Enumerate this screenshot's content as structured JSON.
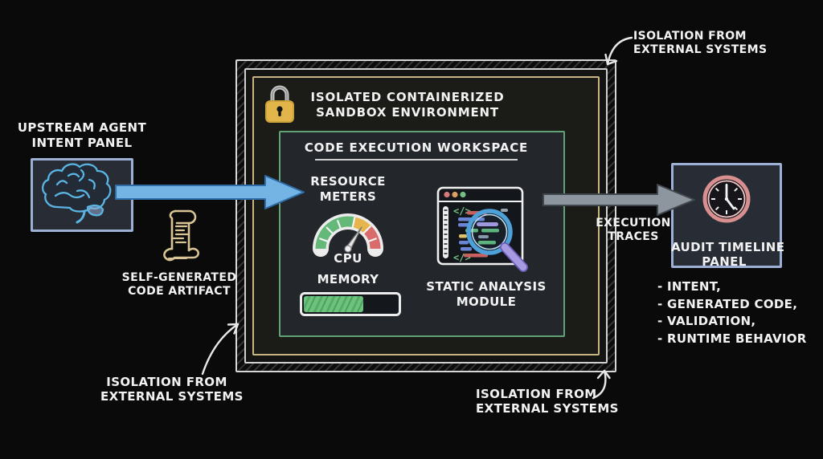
{
  "colors": {
    "background": "#0a0a0a",
    "accent_blue_arrow": "#74b4e4",
    "gray_arrow": "#8d969e",
    "sandbox_tan_border": "#c9b583",
    "workspace_green_border": "#5fa377",
    "panel_blue_border": "#9dafd4",
    "lock_gold": "#e2b54b",
    "gauge_green": "#64b878",
    "gauge_yellow": "#e8b44e",
    "gauge_red": "#d96b6b",
    "memory_green": "#6cc47c",
    "clock_red": "#d88f8f",
    "magnifier_blue": "#4da0d8",
    "magnifier_handle": "#a393e2",
    "scroll_tan": "#d8c494",
    "brain_blue": "#5ab4e4"
  },
  "upstream_panel": {
    "title_line1": "UPSTREAM AGENT",
    "title_line2": "INTENT PANEL",
    "icon": "brain-icon"
  },
  "code_artifact": {
    "label_line1": "SELF-GENERATED",
    "label_line2": "CODE ARTIFACT",
    "icon": "scroll-icon"
  },
  "sandbox": {
    "title_line1": "ISOLATED CONTAINERIZED",
    "title_line2": "SANDBOX ENVIRONMENT",
    "icon": "lock-icon",
    "workspace": {
      "title": "CODE EXECUTION WORKSPACE",
      "resource_meters": {
        "label_line1": "RESOURCE",
        "label_line2": "METERS",
        "cpu_label": "CPU",
        "cpu_needle_zone": "yellow",
        "memory_label": "MEMORY",
        "memory_fill_percent": 62
      },
      "static_analysis": {
        "label_line1": "STATIC ANALYSIS",
        "label_line2": "MODULE",
        "icon": "code-window-magnifier-icon",
        "code_symbol": "</>"
      }
    }
  },
  "execution_traces": {
    "label_line1": "EXECUTION",
    "label_line2": "TRACES"
  },
  "audit_panel": {
    "title_line1": "AUDIT TIMELINE",
    "title_line2": "PANEL",
    "icon": "clock-icon",
    "items": [
      "- INTENT,",
      "- GENERATED CODE,",
      "- VALIDATION,",
      "- RUNTIME BEHAVIOR"
    ]
  },
  "isolation_labels": {
    "top_right_line1": "ISOLATION FROM",
    "top_right_line2": "EXTERNAL SYSTEMS",
    "bottom_left_line1": "ISOLATION FROM",
    "bottom_left_line2": "EXTERNAL SYSTEMS",
    "bottom_right_line1": "ISOLATION FROM",
    "bottom_right_line2": "EXTERNAL SYSTEMS"
  }
}
